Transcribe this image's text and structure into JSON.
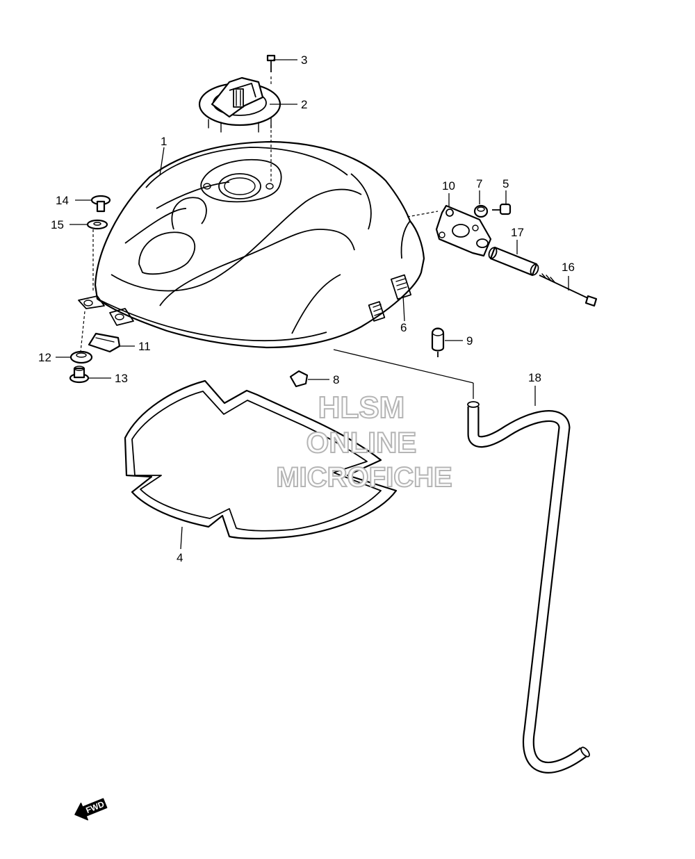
{
  "callouts": {
    "c1": "1",
    "c2": "2",
    "c3": "3",
    "c4": "4",
    "c5": "5",
    "c6": "6",
    "c7": "7",
    "c8": "8",
    "c9": "9",
    "c10": "10",
    "c11": "11",
    "c12": "12",
    "c13": "13",
    "c14": "14",
    "c15": "15",
    "c16": "16",
    "c17": "17",
    "c18": "18"
  },
  "watermark": {
    "line1": "HLSM",
    "line2": "ONLINE",
    "line3": "MICROFICHE"
  },
  "direction_arrow": {
    "label": "FWD"
  }
}
